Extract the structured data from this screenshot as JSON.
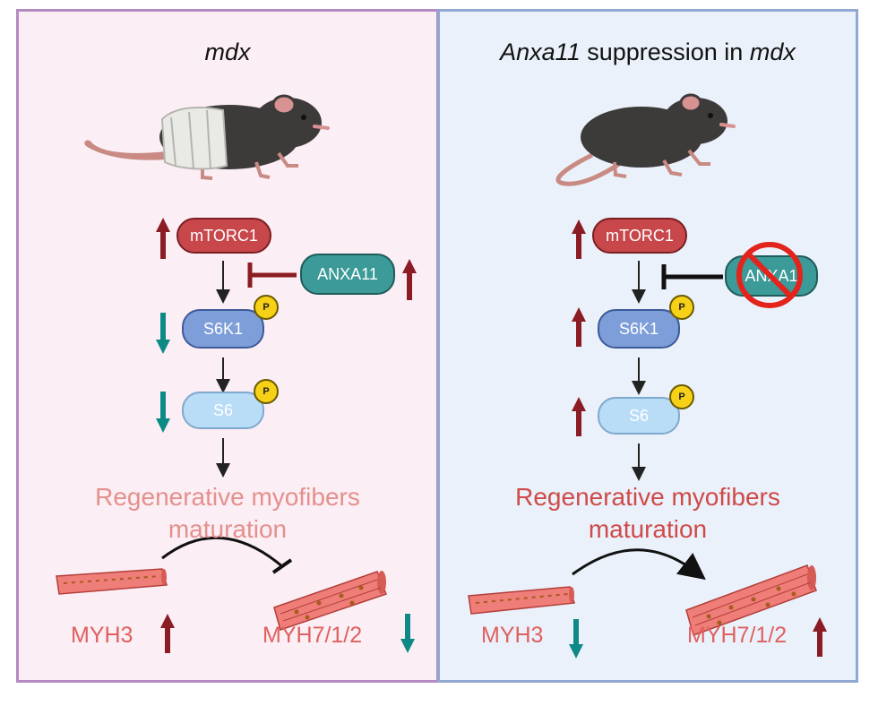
{
  "left": {
    "title": "mdx",
    "mtorc1": "mTORC1",
    "anxa11": "ANXA11",
    "s6k1": "S6K1",
    "s6": "S6",
    "phospho": "P",
    "outcome_line1": "Regenerative myofibers",
    "outcome_line2": "maturation",
    "myh3": "MYH3",
    "myh7": "MYH7/1/2",
    "outcome_color": "#e4908c"
  },
  "right": {
    "title_gene": "Anxa11",
    "title_mid": " suppression in ",
    "title_model": "mdx",
    "mtorc1": "mTORC1",
    "anxa11": "ANXA1",
    "s6k1": "S6K1",
    "s6": "S6",
    "phospho": "P",
    "outcome_line1": "Regenerative myofibers",
    "outcome_line2": "maturation",
    "myh3": "MYH3",
    "myh7": "MYH7/1/2",
    "outcome_color": "#cf4a48"
  },
  "colors": {
    "up_arrow": "#8b1c24",
    "down_arrow": "#0e8a86",
    "mtorc1": "#c8474a",
    "anxa11": "#3c9a98",
    "s6k1": "#7d9ed8",
    "s6": "#b9dcf7",
    "muscle": "#ef7d78"
  },
  "icons": [
    "mouse-icon",
    "bandage-icon",
    "prohibited-icon",
    "muscle-fiber-icon",
    "up-arrow-icon",
    "down-arrow-icon",
    "inhibit-arrow-icon"
  ]
}
